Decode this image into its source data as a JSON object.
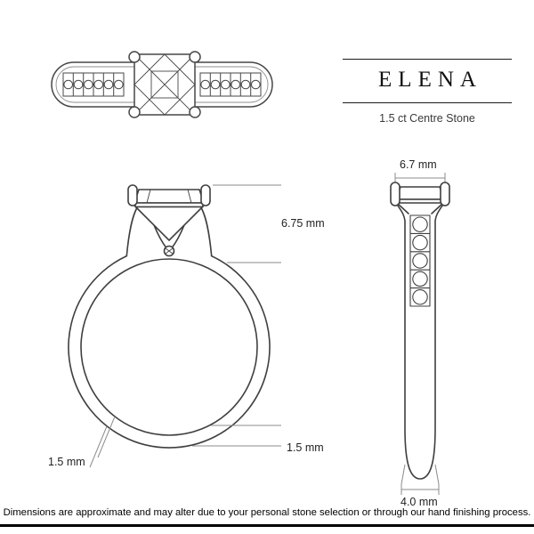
{
  "title_block": {
    "name": "ELENA",
    "subtitle": "1.5 ct Centre Stone"
  },
  "dimensions": {
    "front_head_height": "6.75 mm",
    "front_band_thickness": "1.5 mm",
    "front_band_width": "1.5 mm",
    "side_stone_width": "6.7 mm",
    "side_shank_width": "4.0 mm"
  },
  "footer": {
    "disclaimer": "Dimensions are approximate and may alter due to your personal stone selection or through our hand finishing process."
  }
}
